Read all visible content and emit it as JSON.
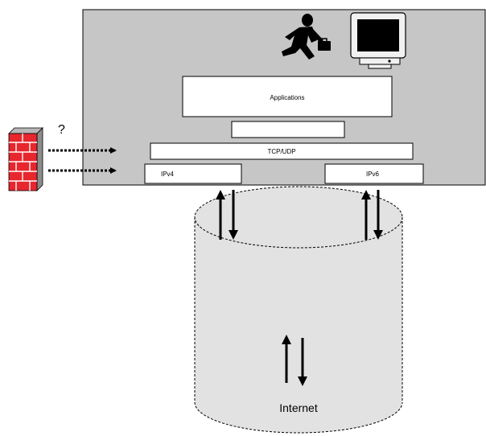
{
  "host": {
    "layers": {
      "applications": "Applications",
      "middle": "",
      "transport": "TCP/UDP",
      "ipv4": "IPv4",
      "ipv6": "IPv6"
    }
  },
  "firewall": {
    "question": "?"
  },
  "network": {
    "label": "Internet"
  },
  "icons": {
    "person": "running-person-with-briefcase-icon",
    "computer": "crt-monitor-icon",
    "firewall": "brick-firewall-icon"
  },
  "colors": {
    "host_background": "#c6c6c6",
    "firewall_brick": "#e8262d",
    "cylinder_fill": "#e2e2e2"
  }
}
